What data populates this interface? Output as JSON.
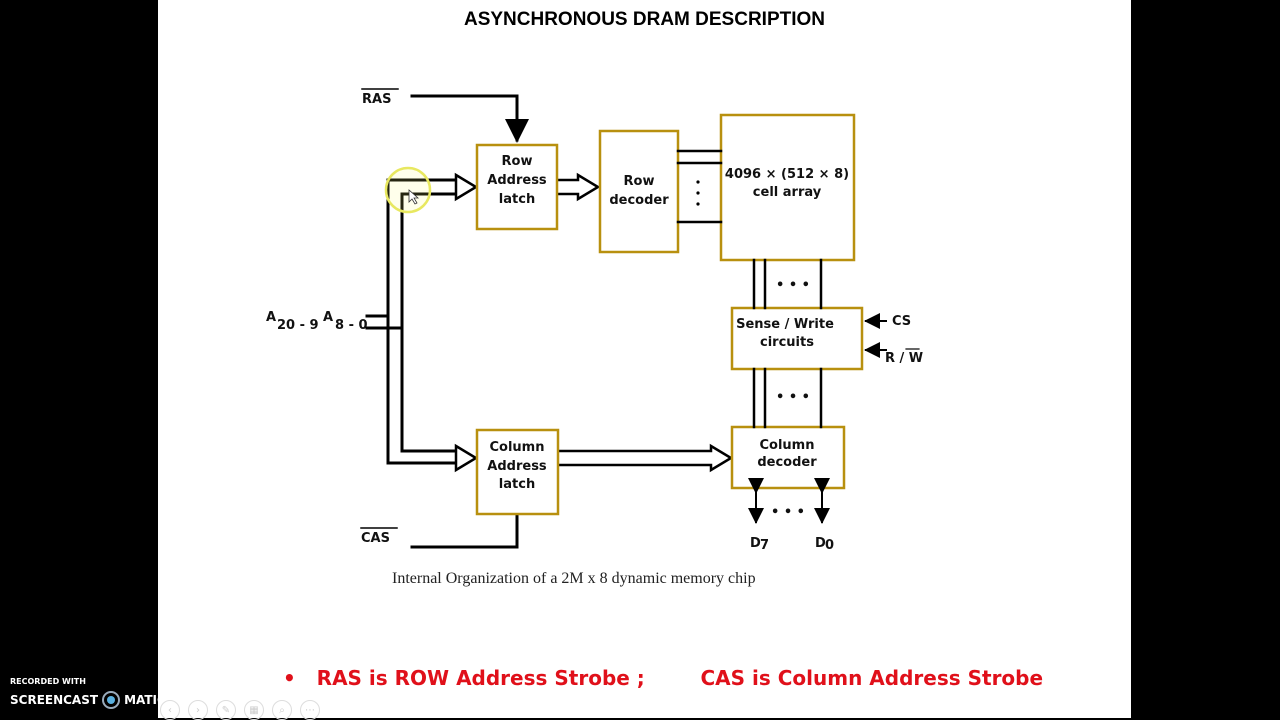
{
  "title": "ASYNCHRONOUS DRAM DESCRIPTION",
  "diagram": {
    "ras": "RAS",
    "cas": "CAS",
    "addr_hi": "A",
    "addr_hi_sub": "20 - 9",
    "addr_lo": "A",
    "addr_lo_sub": "8 - 0",
    "row_latch": [
      "Row",
      "Address",
      "latch"
    ],
    "row_decoder": [
      "Row",
      "decoder"
    ],
    "cell_array": [
      "4096 × (512 × 8)",
      "cell array"
    ],
    "sense_write": [
      "Sense / Write",
      "circuits"
    ],
    "cs": "CS",
    "rw": "R / W",
    "col_decoder": [
      "Column",
      "decoder"
    ],
    "col_latch": [
      "Column",
      "Address",
      "latch"
    ],
    "dots": "• • •",
    "d7": "D",
    "d7_sub": "7",
    "d0": "D",
    "d0_sub": "0",
    "box_color": "#b8900f"
  },
  "caption": "Internal Organization of  a 2M x 8 dynamic memory chip",
  "bullet": "•   RAS is ROW Address Strobe ;        CAS is Column Address Strobe",
  "watermark": {
    "line1": "RECORDED WITH",
    "line2a": "SCREENCAST",
    "line2b": "MATIC"
  },
  "controls": [
    "prev-icon",
    "next-icon",
    "pen-icon",
    "slides-icon",
    "zoom-icon",
    "more-icon"
  ]
}
